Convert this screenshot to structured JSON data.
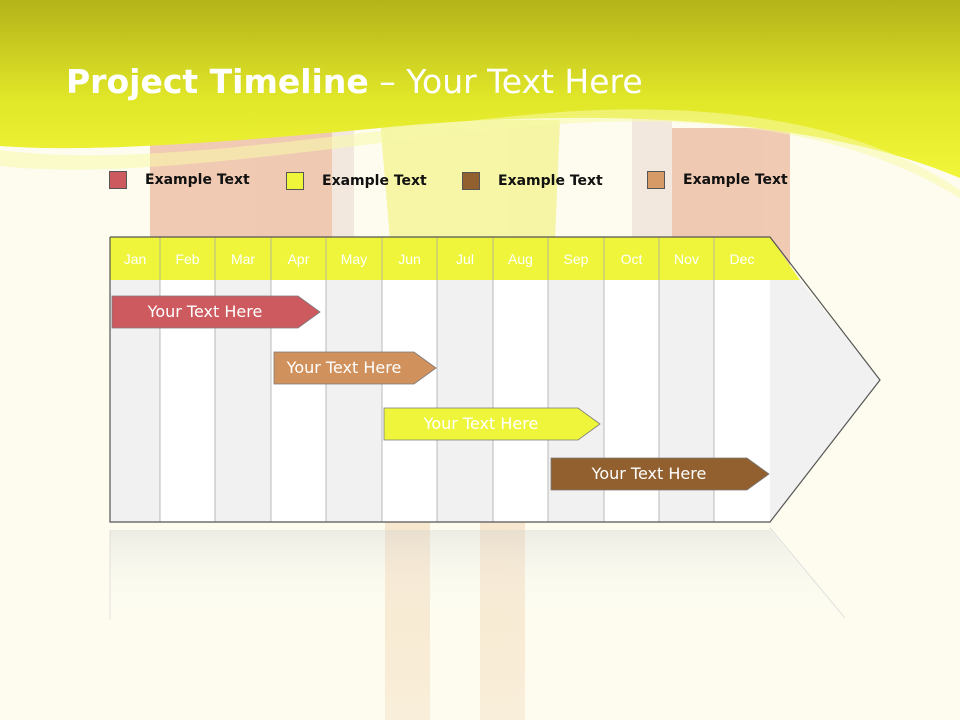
{
  "title": {
    "bold": "Project Timeline",
    "rest": " – Your Text Here"
  },
  "legend": [
    {
      "label": "Example Text",
      "color": "#cd5a5e"
    },
    {
      "label": "Example Text",
      "color": "#eef53a"
    },
    {
      "label": "Example Text",
      "color": "#92602f"
    },
    {
      "label": "Example Text",
      "color": "#d59a66"
    }
  ],
  "months": [
    "Jan",
    "Feb",
    "Mar",
    "Apr",
    "May",
    "Jun",
    "Jul",
    "Aug",
    "Sep",
    "Oct",
    "Nov",
    "Dec"
  ],
  "bars": [
    {
      "label": "Your  Text Here",
      "fill": "#cd5a5e",
      "text_color": "#ffffff"
    },
    {
      "label": "Your  Text Here",
      "fill": "#d0915c",
      "text_color": "#ffffff"
    },
    {
      "label": "Your  Text Here",
      "fill": "#eef53a",
      "text_color": "#ffffff"
    },
    {
      "label": "Your  Text Here",
      "fill": "#92602f",
      "text_color": "#ffffff"
    }
  ],
  "colors": {
    "header_band": "#d6dc19",
    "month_header": "#eef53a"
  }
}
